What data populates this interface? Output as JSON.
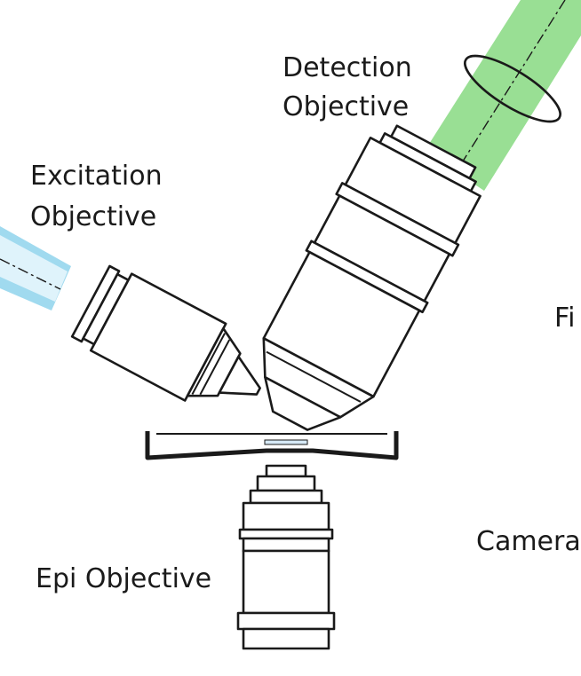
{
  "labels": {
    "detection_line1": "Detection",
    "detection_line2": "Objective",
    "excitation_line1": "Excitation",
    "excitation_line2": "Objective",
    "epi": "Epi Objective",
    "filter_partial": "Fi",
    "camera_partial": "Camera"
  },
  "colors": {
    "excitation_beam": "#8fd3ec",
    "detection_beam": "#8edc88",
    "outline": "#1a1a1a",
    "background": "#ffffff"
  }
}
